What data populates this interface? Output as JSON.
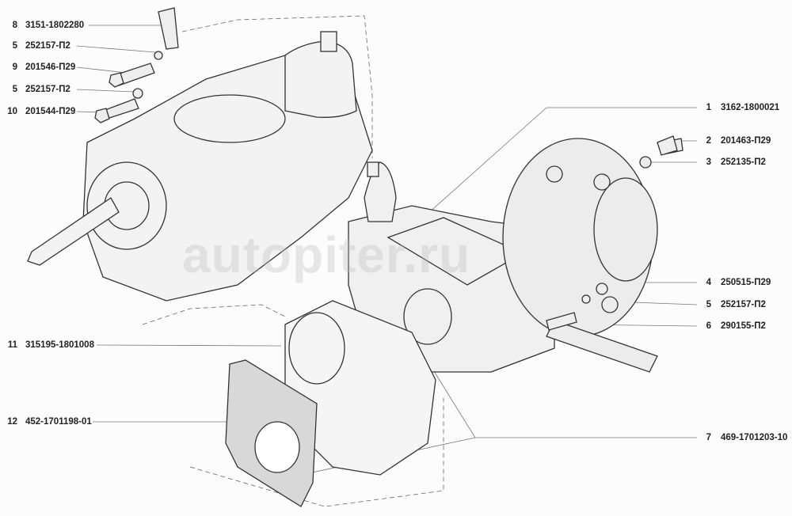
{
  "watermark": "autopiter.ru",
  "callouts_left": [
    {
      "num": "8",
      "code": "3151-1802280"
    },
    {
      "num": "5",
      "code": "252157-П2"
    },
    {
      "num": "9",
      "code": "201546-П29"
    },
    {
      "num": "5",
      "code": "252157-П2"
    },
    {
      "num": "10",
      "code": "201544-П29"
    },
    {
      "num": "11",
      "code": "315195-1801008"
    },
    {
      "num": "12",
      "code": "452-1701198-01"
    }
  ],
  "callouts_right": [
    {
      "num": "1",
      "code": "3162-1800021"
    },
    {
      "num": "2",
      "code": "201463-П29"
    },
    {
      "num": "3",
      "code": "252135-П2"
    },
    {
      "num": "4",
      "code": "250515-П29"
    },
    {
      "num": "5",
      "code": "252157-П2"
    },
    {
      "num": "6",
      "code": "290155-П2"
    },
    {
      "num": "7",
      "code": "469-1701203-10"
    }
  ]
}
